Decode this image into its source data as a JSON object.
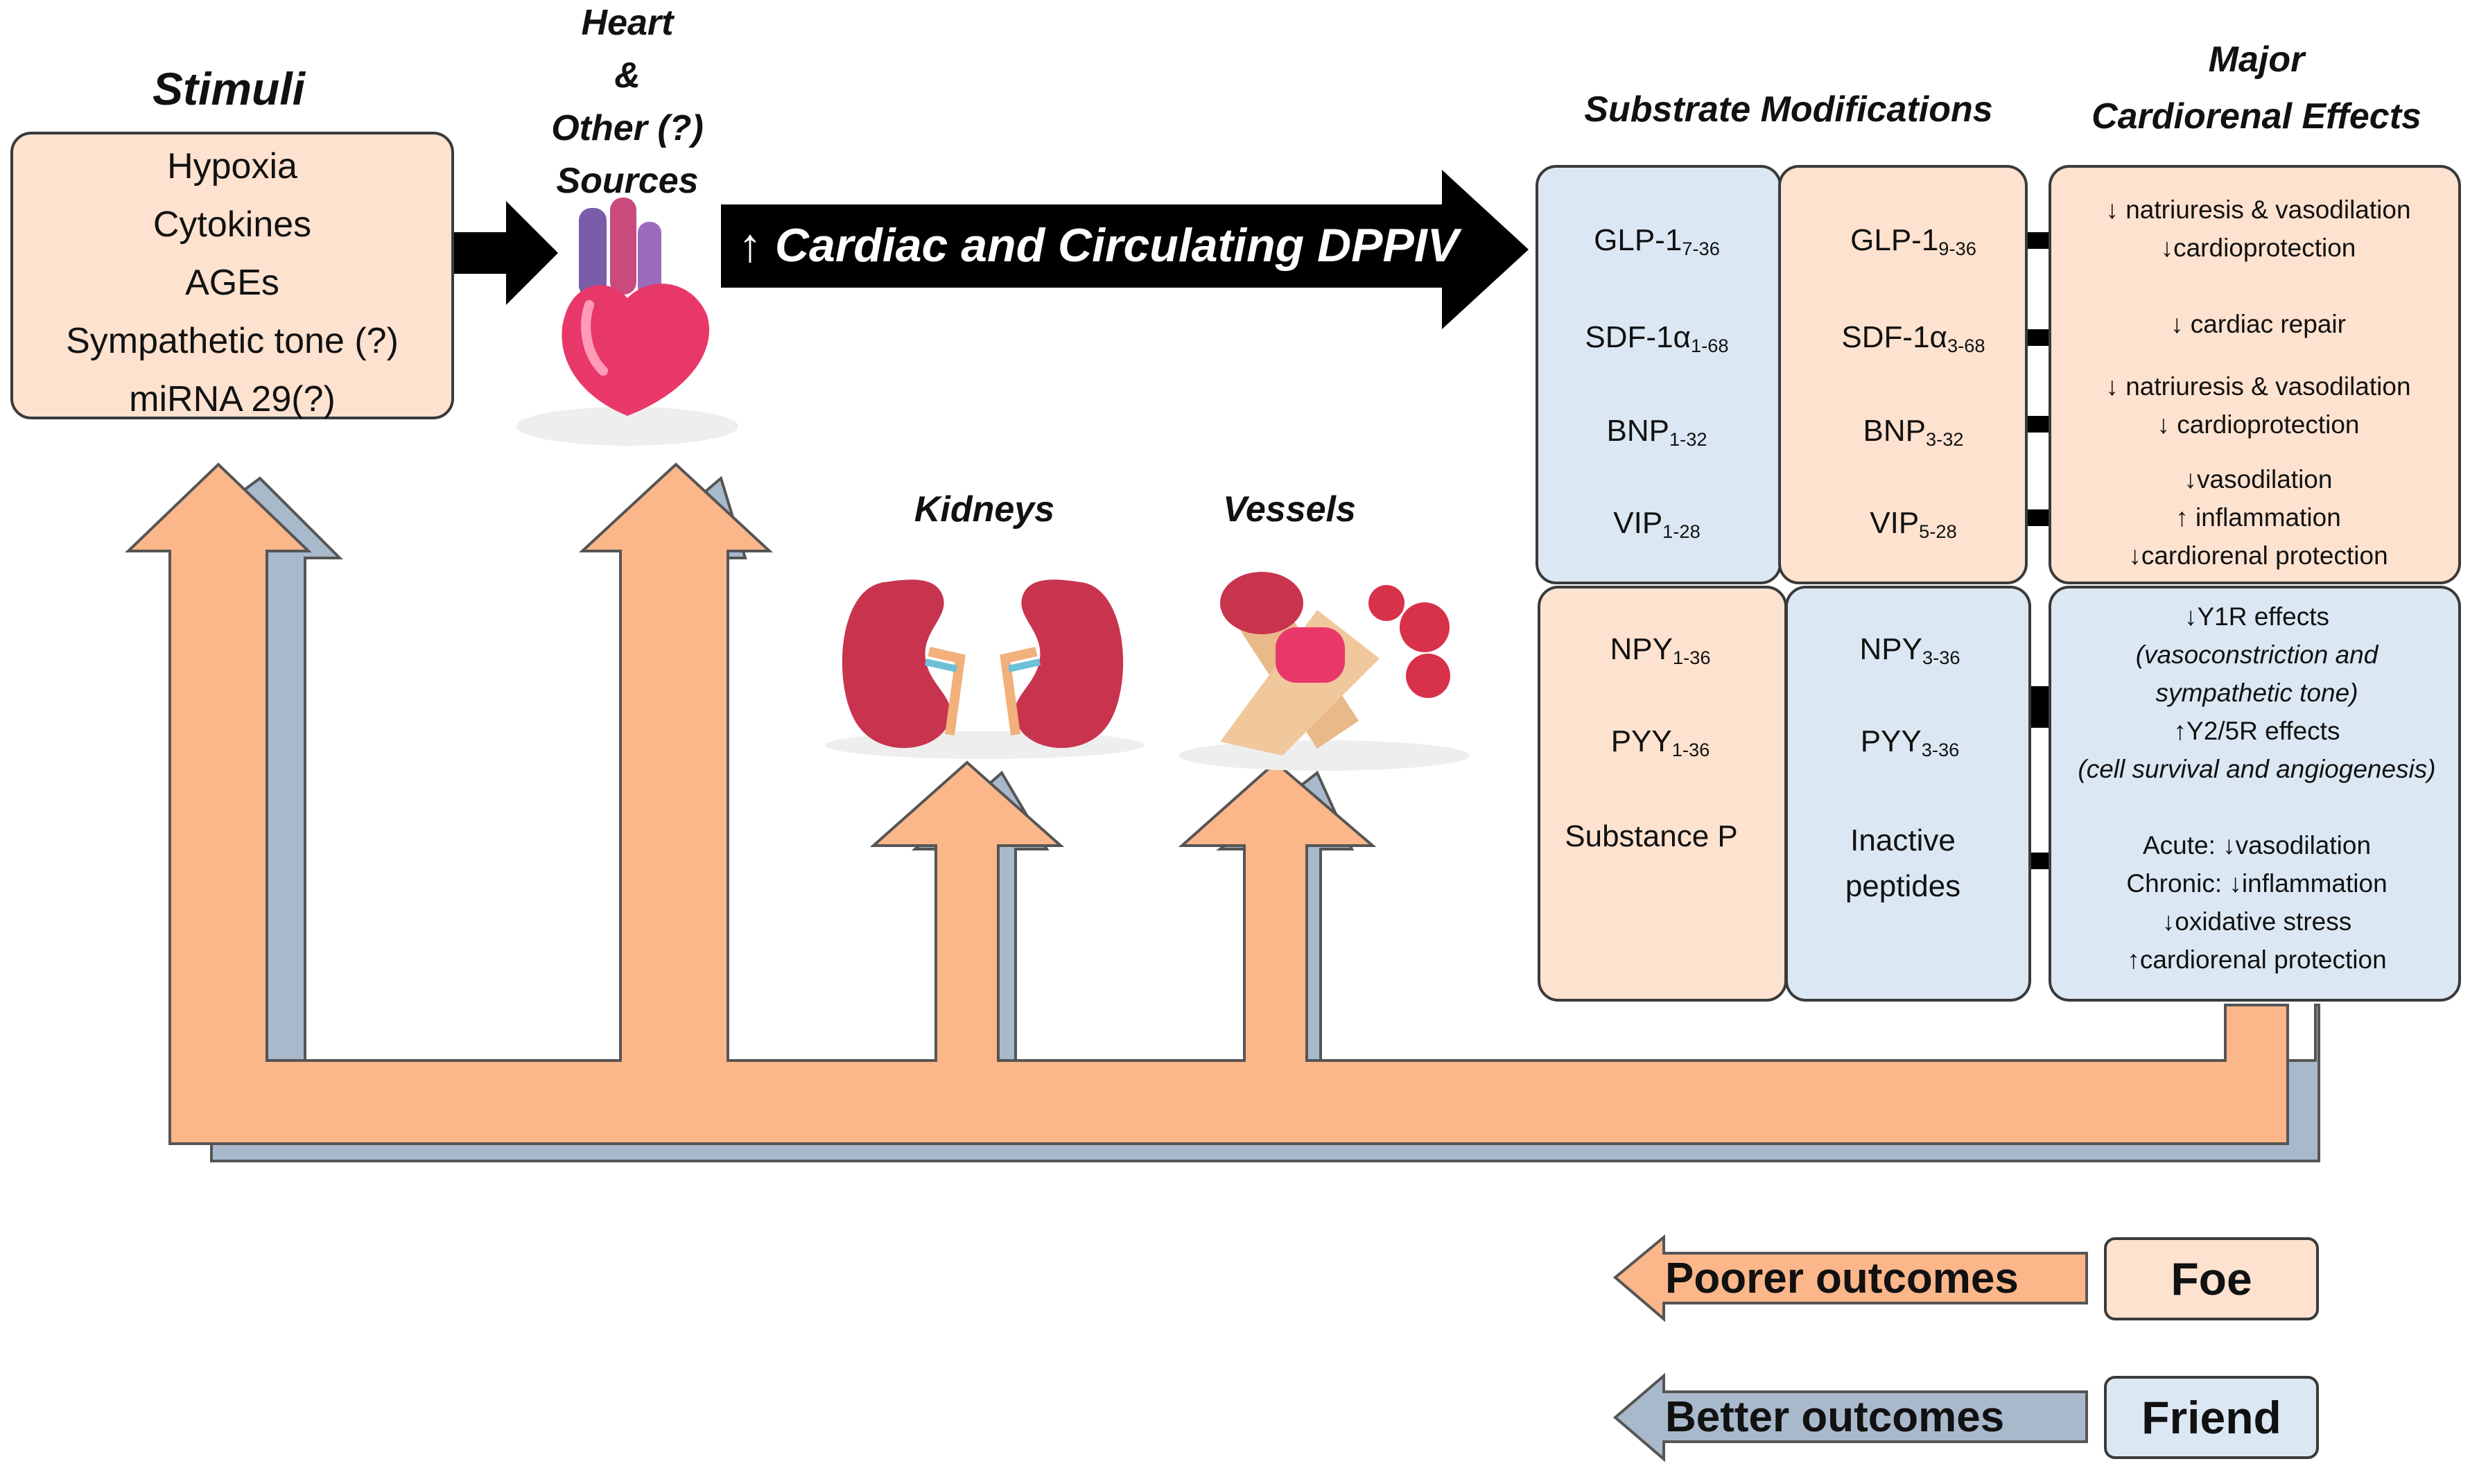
{
  "stimuli": {
    "title": "Stimuli",
    "items": [
      "Hypoxia",
      "Cytokines",
      "AGEs",
      "Sympathetic tone (?)",
      "miRNA 29(?)"
    ]
  },
  "heart_label": [
    "Heart",
    "&",
    "Other (?)",
    "Sources"
  ],
  "dppiv_label": "↑ Cardiac and Circulating DPPIV",
  "kidneys_label": "Kidneys",
  "vessels_label": "Vessels",
  "substrate_title": "Substrate Modifications",
  "effects_title": [
    "Major",
    "Cardiorenal Effects"
  ],
  "substrates_top": [
    {
      "from": "GLP-1",
      "from_sub": "7-36",
      "to": "GLP-1",
      "to_sub": "9-36"
    },
    {
      "from": "SDF-1α",
      "from_sub": "1-68",
      "to": "SDF-1α",
      "to_sub": "3-68"
    },
    {
      "from": "BNP",
      "from_sub": "1-32",
      "to": "BNP",
      "to_sub": "3-32"
    },
    {
      "from": "VIP",
      "from_sub": "1-28",
      "to": "VIP",
      "to_sub": "5-28"
    }
  ],
  "effects_top": [
    [
      "↓ natriuresis & vasodilation",
      "↓cardioprotection"
    ],
    [
      "↓ cardiac repair"
    ],
    [
      "↓ natriuresis & vasodilation",
      "↓ cardioprotection"
    ],
    [
      "↓vasodilation",
      "↑ inflammation",
      "↓cardiorenal protection"
    ]
  ],
  "substrates_bottom": [
    {
      "from": "NPY",
      "from_sub": "1-36",
      "to": "NPY",
      "to_sub": "3-36"
    },
    {
      "from": "PYY",
      "from_sub": "1-36",
      "to": "PYY",
      "to_sub": "3-36"
    },
    {
      "from": "Substance P",
      "from_sub": "",
      "to": "Inactive peptides",
      "to_sub": ""
    }
  ],
  "effects_bottom": [
    [
      "↓Y1R effects",
      "(vasoconstriction and",
      "sympathetic tone)",
      "↑Y2/5R effects",
      "(cell survival and angiogenesis)"
    ],
    [
      "Acute: ↓vasodilation",
      "Chronic: ↓inflammation",
      "↓oxidative stress",
      "↑cardiorenal protection"
    ]
  ],
  "legend": {
    "poorer": "Poorer outcomes",
    "foe": "Foe",
    "better": "Better outcomes",
    "friend": "Friend"
  },
  "colors": {
    "peach_arrow": "#fbb68a",
    "blue_arrow": "#a9b9cc",
    "peach_box": "#fde2cf",
    "blue_box": "#dbe8f4",
    "heart": "#e8386a",
    "kidney": "#c8344e"
  }
}
